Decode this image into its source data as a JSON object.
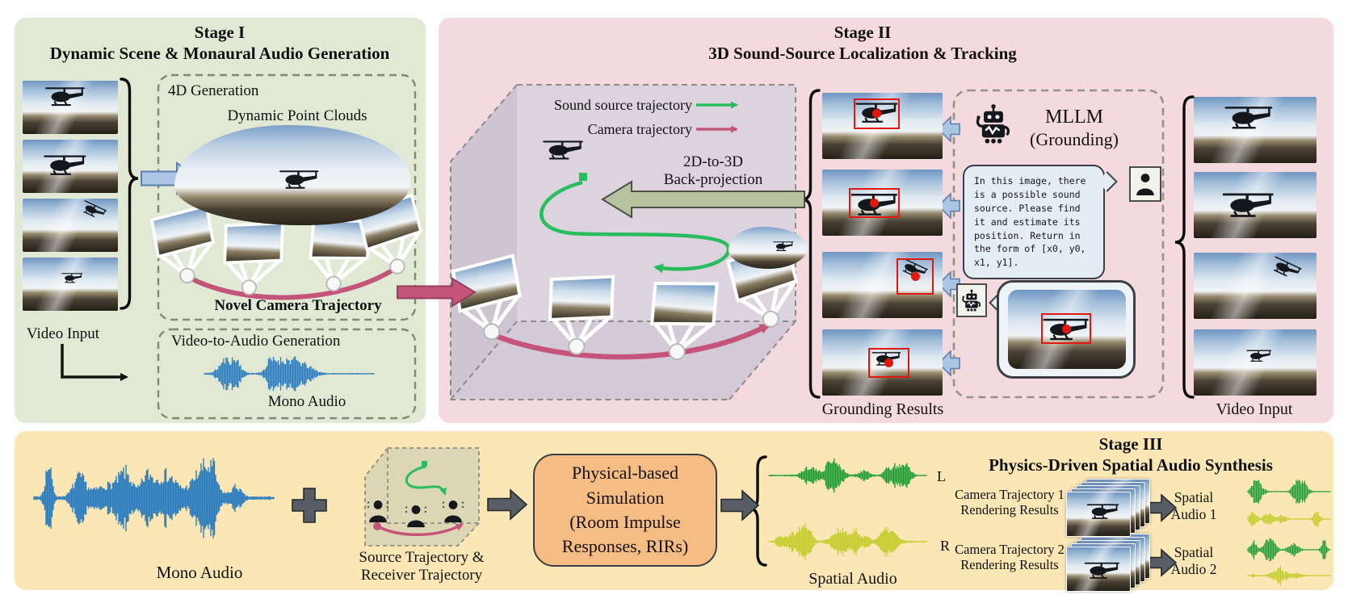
{
  "stage1": {
    "title": "Stage I\nDynamic Scene & Monaural Audio Generation",
    "video_input": "Video Input",
    "box4d": "4D Generation",
    "dynamic_point_clouds": "Dynamic Point Clouds",
    "novel_camera_trajectory": "Novel Camera Trajectory",
    "video_to_audio": "Video-to-Audio Generation",
    "mono_audio": "Mono Audio"
  },
  "stage2": {
    "title": "Stage II\n3D Sound-Source Localization & Tracking",
    "legend_source": "Sound source trajectory",
    "legend_camera": "Camera trajectory",
    "back_projection": "2D-to-3D\nBack-projection",
    "grounding_results": "Grounding Results",
    "video_input": "Video Input",
    "mllm_title": "MLLM",
    "mllm_sub": "(Grounding)",
    "prompt": "In this image, there\nis a possible sound\nsource. Please find\nit and estimate its\nposition. Return in\nthe form of [x0, y0,\nx1, y1]."
  },
  "stage3": {
    "title": "Stage III\nPhysics-Driven Spatial Audio Synthesis",
    "mono_audio": "Mono Audio",
    "source_receiver": "Source Trajectory &\nReceiver Trajectory",
    "simulation": "Physical-based\nSimulation\n(Room Impulse\nResponses, RIRs)",
    "spatial_audio": "Spatial Audio",
    "left": "L",
    "right": "R",
    "cam1": "Camera Trajectory 1\nRendering Results",
    "cam2": "Camera Trajectory 2\nRendering Results",
    "spatial1": "Spatial\nAudio 1",
    "spatial2": "Spatial\nAudio 2"
  },
  "colors": {
    "stage1_bg": "#e1e8d3",
    "stage2_bg": "#f4dade",
    "stage3_bg": "#fae7b5",
    "box3d_fill": "#dcd3df",
    "room_fill": "#ddd6b4",
    "sim_box_fill": "#f5bc83",
    "bubble_bg": "#e4edf6",
    "wave_blue": "#2a7cbf",
    "wave_green": "#1d9c33",
    "wave_yellow": "#c3cc28",
    "traj_green": "#29bd5e",
    "traj_pink": "#c4547a",
    "arrow_blue_fill": "#aac6e4",
    "arrow_gray_fill": "#575d65",
    "backproj_arrow_fill": "#b7c2a0",
    "bbox_red": "#e3170d"
  }
}
